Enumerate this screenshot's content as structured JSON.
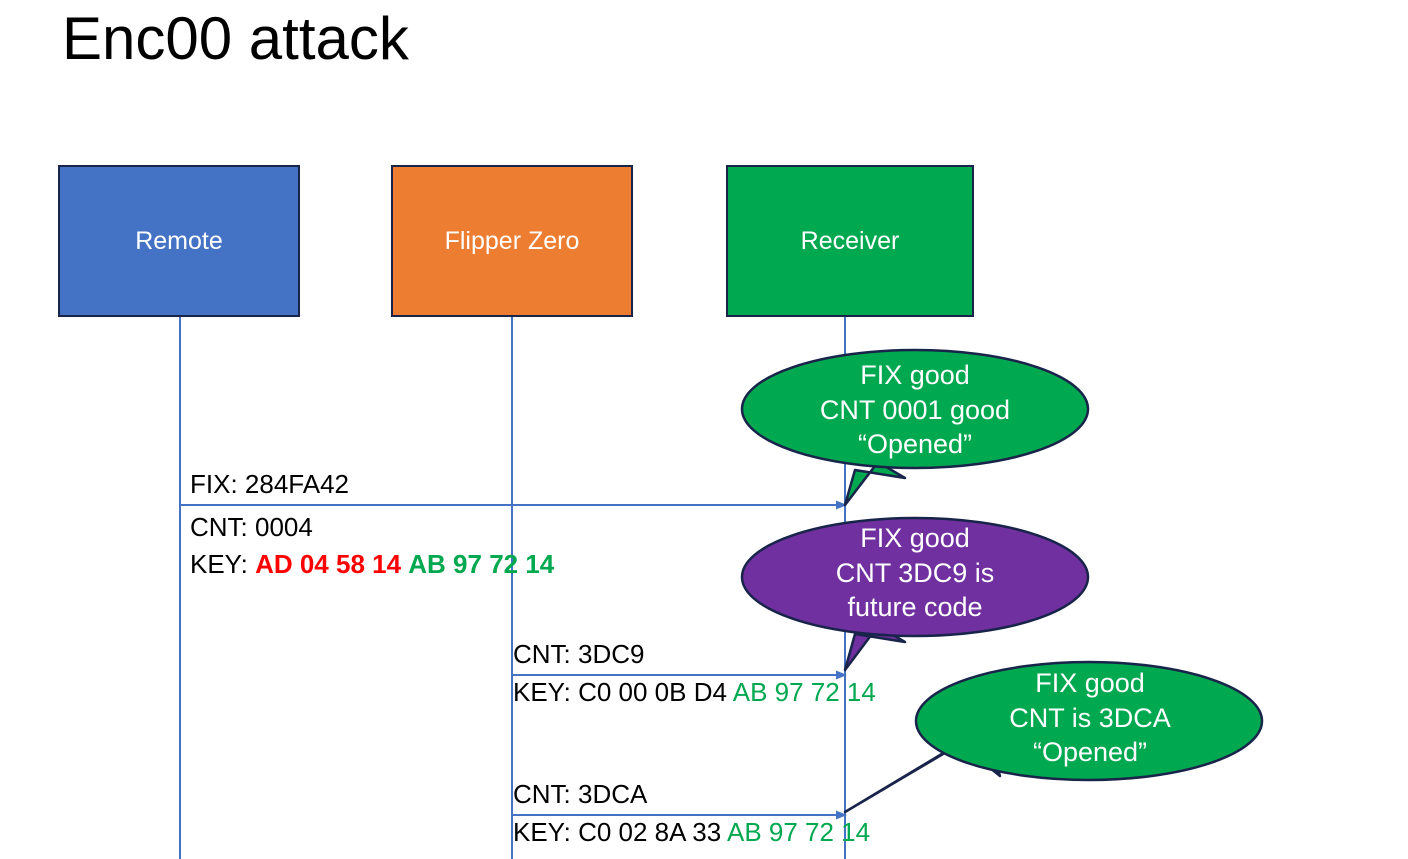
{
  "slide": {
    "title": "Enc00 attack",
    "background": "#FFFFFF"
  },
  "colors": {
    "remote": "#4472C4",
    "flipper": "#ED7D31",
    "receiver": "#00A84F",
    "bubble_good": "#00A84F",
    "bubble_future": "#7030A0",
    "line": "#4472C4",
    "outline": "#18244A",
    "hex_red": "#FF0000",
    "hex_green": "#00A84F",
    "text": "#000000"
  },
  "actors": [
    {
      "label": "Remote",
      "fill": "#4472C4"
    },
    {
      "label": "Flipper Zero",
      "fill": "#ED7D31"
    },
    {
      "label": "Receiver",
      "fill": "#00A84F"
    }
  ],
  "messages": [
    {
      "from": "Remote",
      "to": "Receiver",
      "fix_line": "FIX: 284FA42",
      "cnt_line": "CNT: 0004",
      "key_label": "KEY:",
      "key_red": "AD 04 58 14",
      "key_green": "AB 97 72 14"
    },
    {
      "from": "Flipper Zero",
      "to": "Receiver",
      "cnt_line": "CNT: 3DC9",
      "key_label": "KEY:",
      "key_black": "C0 00 0B D4",
      "key_green": "AB 97 72 14"
    },
    {
      "from": "Flipper Zero",
      "to": "Receiver",
      "cnt_line": "CNT: 3DCA",
      "key_label": "KEY:",
      "key_black": "C0 02 8A 33",
      "key_green": "AB 97 72 14"
    }
  ],
  "bubbles": [
    {
      "fill": "#00A84F",
      "line1": "FIX good",
      "line2": "CNT 0001 good",
      "line3": "“Opened”"
    },
    {
      "fill": "#7030A0",
      "line1": "FIX good",
      "line2": "CNT 3DC9 is",
      "line3": "future code"
    },
    {
      "fill": "#00A84F",
      "line1": "FIX good",
      "line2": "CNT is 3DCA",
      "line3": "“Opened”"
    }
  ]
}
